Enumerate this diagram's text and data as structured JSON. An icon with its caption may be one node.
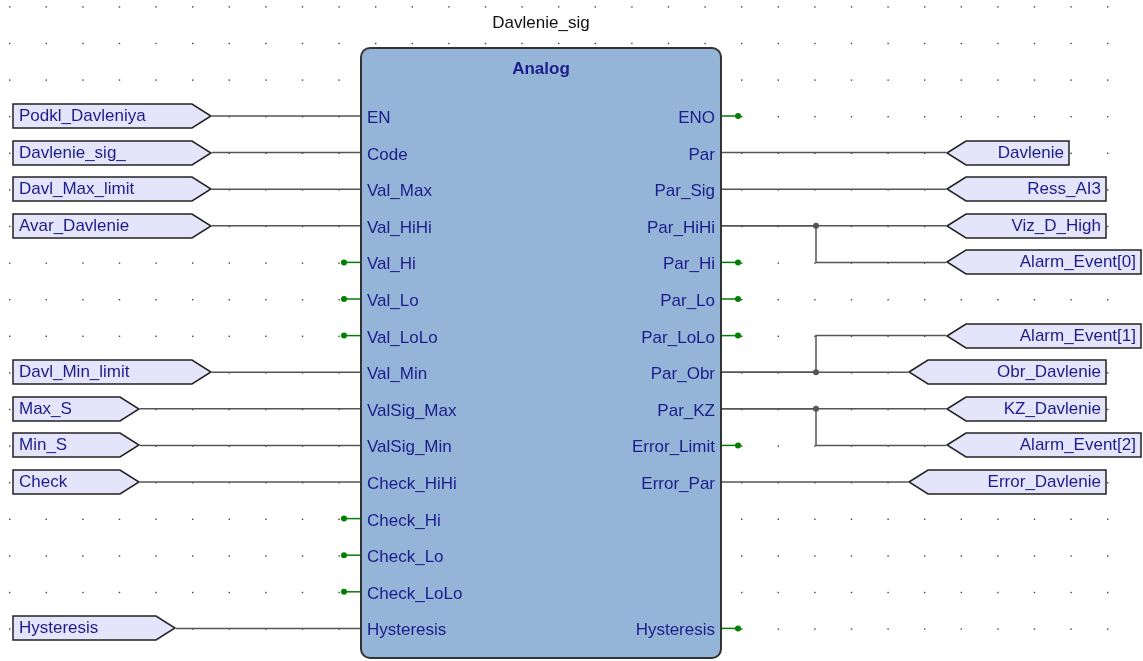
{
  "diagram": {
    "nodes": [
      {
        "text": [
          "Davlenie_sig",
          "Analog"
        ]
      },
      {
        "text": [
          "EN"
        ],
        "in": 0
      },
      {
        "text": [
          "Code"
        ],
        "in": 0
      },
      {
        "text": [
          "Val_Max"
        ],
        "in": 0
      },
      {
        "text": [
          "Val_HiHi"
        ],
        "in": 0
      },
      {
        "text": [
          "Val_Hi"
        ],
        "in": 0
      },
      {
        "text": [
          "Val_Lo"
        ],
        "in": 0
      },
      {
        "text": [
          "Val_LoLo"
        ],
        "in": 0
      },
      {
        "text": [
          "Val_Min"
        ],
        "in": 0
      },
      {
        "text": [
          "ValSig_Max"
        ],
        "in": 0
      },
      {
        "text": [
          "ValSig_Min"
        ],
        "in": 0
      },
      {
        "text": [
          "Check_HiHi"
        ],
        "in": 0
      },
      {
        "text": [
          "Check_Hi"
        ],
        "in": 0
      },
      {
        "text": [
          "Check_Lo"
        ],
        "in": 0
      },
      {
        "text": [
          "Check_LoLo"
        ],
        "in": 0
      },
      {
        "text": [
          "Hysteresis"
        ],
        "in": 0
      },
      {
        "text": [
          "ENO"
        ],
        "in": 0
      },
      {
        "text": [
          "Par"
        ],
        "in": 0
      },
      {
        "text": [
          "Par_Sig"
        ],
        "in": 0
      },
      {
        "text": [
          "Par_HiHi"
        ],
        "in": 0
      },
      {
        "text": [
          "Par_Hi"
        ],
        "in": 0
      },
      {
        "text": [
          "Par_Lo"
        ],
        "in": 0
      },
      {
        "text": [
          "Par_LoLo"
        ],
        "in": 0
      },
      {
        "text": [
          "Par_Obr"
        ],
        "in": 0
      },
      {
        "text": [
          "Par_KZ"
        ],
        "in": 0
      },
      {
        "text": [
          "Error_Limit"
        ],
        "in": 0
      },
      {
        "text": [
          "Error_Par"
        ],
        "in": 0
      },
      {
        "text": [
          "Hysteresis"
        ],
        "in": 0
      },
      {
        "text": [
          "Podkl_Davleniya"
        ]
      },
      {
        "text": [
          "Davlenie_sig_"
        ]
      },
      {
        "text": [
          "Davl_Max_limit"
        ]
      },
      {
        "text": [
          "Avar_Davlenie"
        ]
      },
      {
        "text": [
          "Davl_Min_limit"
        ]
      },
      {
        "text": [
          "Max_S"
        ]
      },
      {
        "text": [
          "Min_S"
        ]
      },
      {
        "text": [
          "Check"
        ]
      },
      {
        "text": [
          "Hysteresis"
        ]
      },
      {
        "text": [
          "Davlenie"
        ]
      },
      {
        "text": [
          "Ress_AI3"
        ]
      },
      {
        "text": [
          "Viz_D_High"
        ]
      },
      {
        "text": [
          "Alarm_Event[0]"
        ]
      },
      {
        "text": [
          "Alarm_Event[1]"
        ]
      },
      {
        "text": [
          "Obr_Davlenie"
        ]
      },
      {
        "text": [
          "KZ_Davlenie"
        ]
      },
      {
        "text": [
          "Alarm_Event[2]"
        ]
      },
      {
        "text": [
          "Error_Davlenie"
        ]
      }
    ],
    "edges": [
      {
        "from": 28,
        "to": 1,
        "arrow": "none"
      },
      {
        "from": 29,
        "to": 2,
        "arrow": "none"
      },
      {
        "from": 30,
        "to": 3,
        "arrow": "none"
      },
      {
        "from": 31,
        "to": 4,
        "arrow": "none"
      },
      {
        "from": null,
        "to": 5,
        "arrow": "other",
        "color": "#008000"
      },
      {
        "from": null,
        "to": 6,
        "arrow": "other",
        "color": "#008000"
      },
      {
        "from": null,
        "to": 7,
        "arrow": "other",
        "color": "#008000"
      },
      {
        "from": 32,
        "to": 8,
        "arrow": "none"
      },
      {
        "from": 33,
        "to": 9,
        "arrow": "none"
      },
      {
        "from": 34,
        "to": 10,
        "arrow": "none"
      },
      {
        "from": 35,
        "to": 11,
        "arrow": "none"
      },
      {
        "from": null,
        "to": 12,
        "arrow": "other",
        "color": "#008000"
      },
      {
        "from": null,
        "to": 13,
        "arrow": "other",
        "color": "#008000"
      },
      {
        "from": null,
        "to": 14,
        "arrow": "other",
        "color": "#008000"
      },
      {
        "from": 36,
        "to": 15,
        "arrow": "none"
      },
      {
        "from": 16,
        "to": null,
        "arrow": "other",
        "color": "#008000"
      },
      {
        "from": 17,
        "to": 37,
        "arrow": "none"
      },
      {
        "from": 18,
        "to": 38,
        "arrow": "none"
      },
      {
        "from": 19,
        "to": 39,
        "arrow": "none"
      },
      {
        "from": 19,
        "to": 40,
        "arrow": "none"
      },
      {
        "from": 20,
        "to": null,
        "arrow": "other",
        "color": "#008000"
      },
      {
        "from": 21,
        "to": null,
        "arrow": "other",
        "color": "#008000"
      },
      {
        "from": 22,
        "to": null,
        "arrow": "other",
        "color": "#008000"
      },
      {
        "from": 23,
        "to": 41,
        "arrow": "none"
      },
      {
        "from": 23,
        "to": 42,
        "arrow": "none"
      },
      {
        "from": 24,
        "to": 43,
        "arrow": "none"
      },
      {
        "from": 24,
        "to": 44,
        "arrow": "none"
      },
      {
        "from": 25,
        "to": null,
        "arrow": "other",
        "color": "#008000"
      },
      {
        "from": 26,
        "to": 45,
        "arrow": "none"
      },
      {
        "from": 27,
        "to": null,
        "arrow": "other",
        "color": "#008000"
      }
    ]
  }
}
